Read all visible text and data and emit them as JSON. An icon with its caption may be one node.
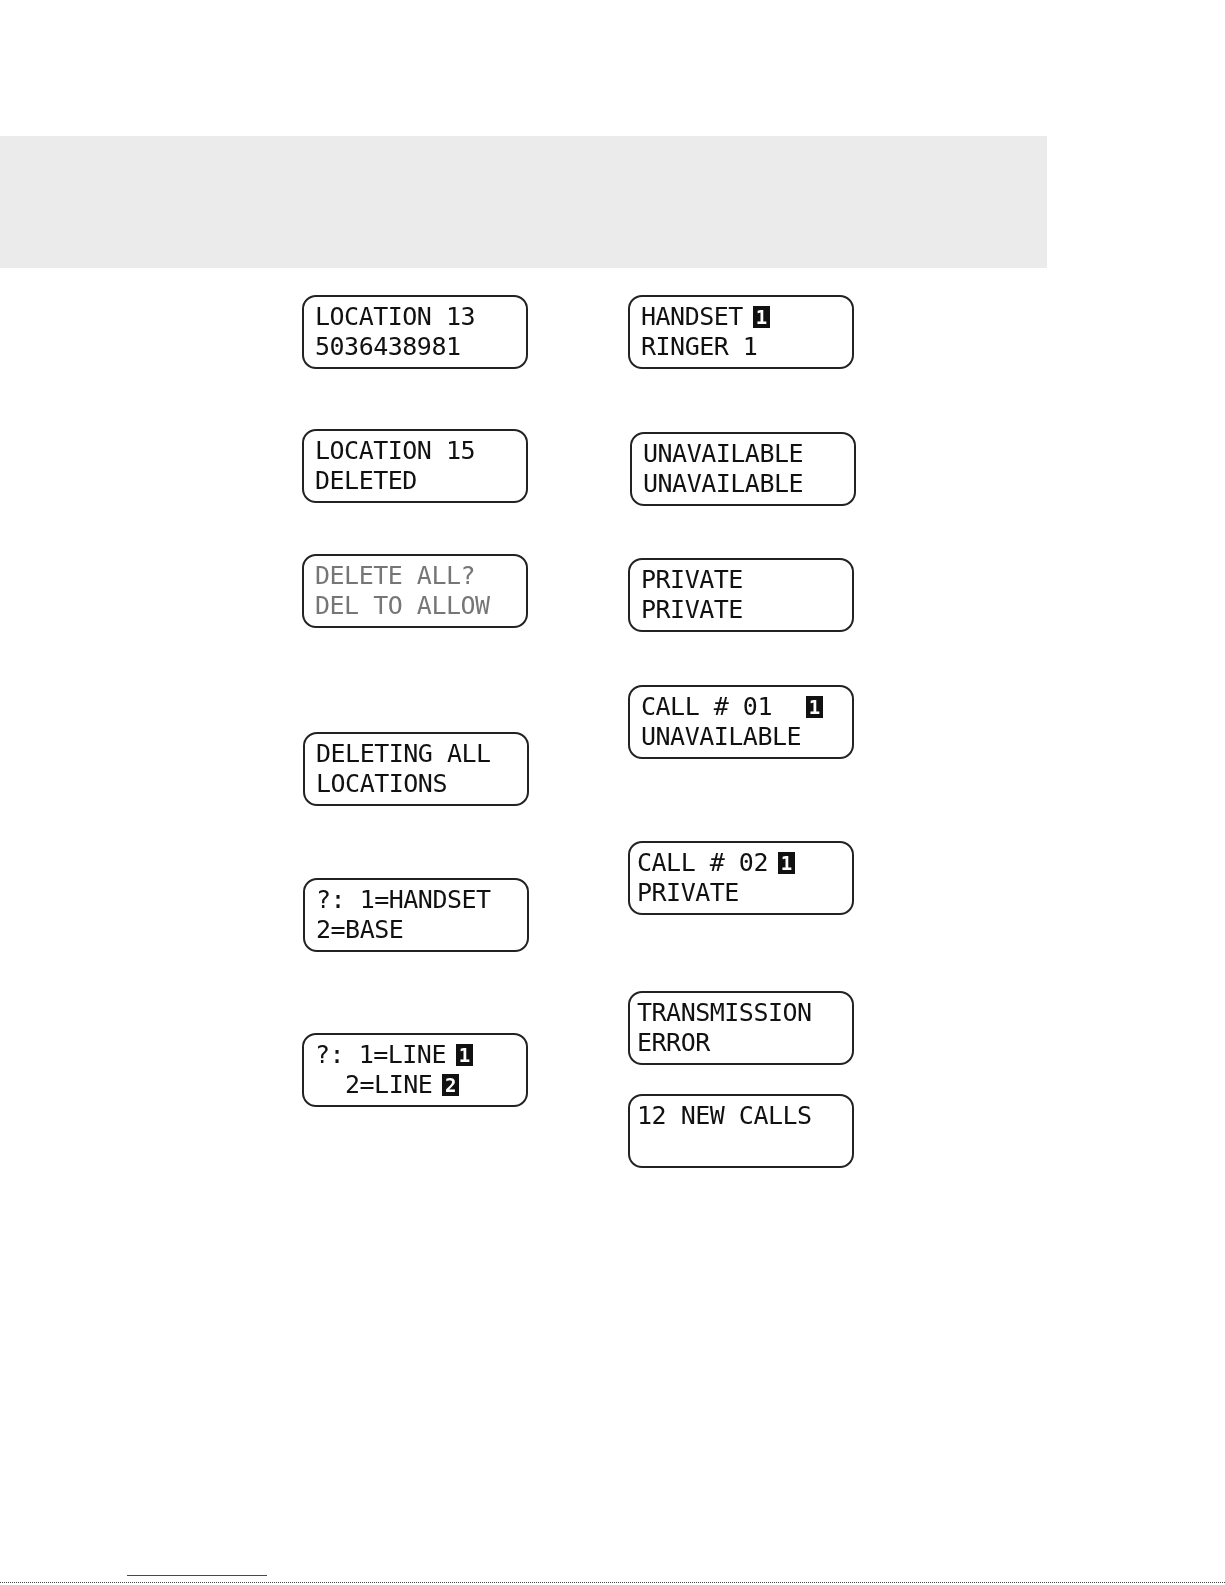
{
  "diagram": {
    "nodes": [
      {
        "text": [
          "LOCATION 13",
          "5036438981"
        ]
      },
      {
        "text": [
          "HANDSET",
          "RINGER 1"
        ]
      },
      {
        "text": [
          "1"
        ],
        "in": 1
      },
      {
        "text": [
          "LOCATION 15",
          "DELETED"
        ]
      },
      {
        "text": [
          "UNAVAILABLE",
          "UNAVAILABLE"
        ]
      },
      {
        "text": [
          "DELETE ALL?",
          "DEL TO ALLOW"
        ]
      },
      {
        "text": [
          "PRIVATE",
          "PRIVATE"
        ]
      },
      {
        "text": [
          "CALL # 01",
          "UNAVAILABLE"
        ]
      },
      {
        "text": [
          "1"
        ],
        "in": 7
      },
      {
        "text": [
          "DELETING ALL",
          "LOCATIONS"
        ]
      },
      {
        "text": [
          "?: 1=HANDSET",
          "2=BASE"
        ]
      },
      {
        "text": [
          "CALL # 02",
          "PRIVATE"
        ]
      },
      {
        "text": [
          "1"
        ],
        "in": 11
      },
      {
        "text": [
          "TRANSMISSION",
          "ERROR"
        ]
      },
      {
        "text": [
          "?: 1=LINE",
          "2=LINE"
        ]
      },
      {
        "text": [
          "1"
        ],
        "in": 14
      },
      {
        "text": [
          "2"
        ],
        "in": 14
      },
      {
        "text": [
          "12 NEW CALLS"
        ]
      }
    ],
    "edges": []
  }
}
